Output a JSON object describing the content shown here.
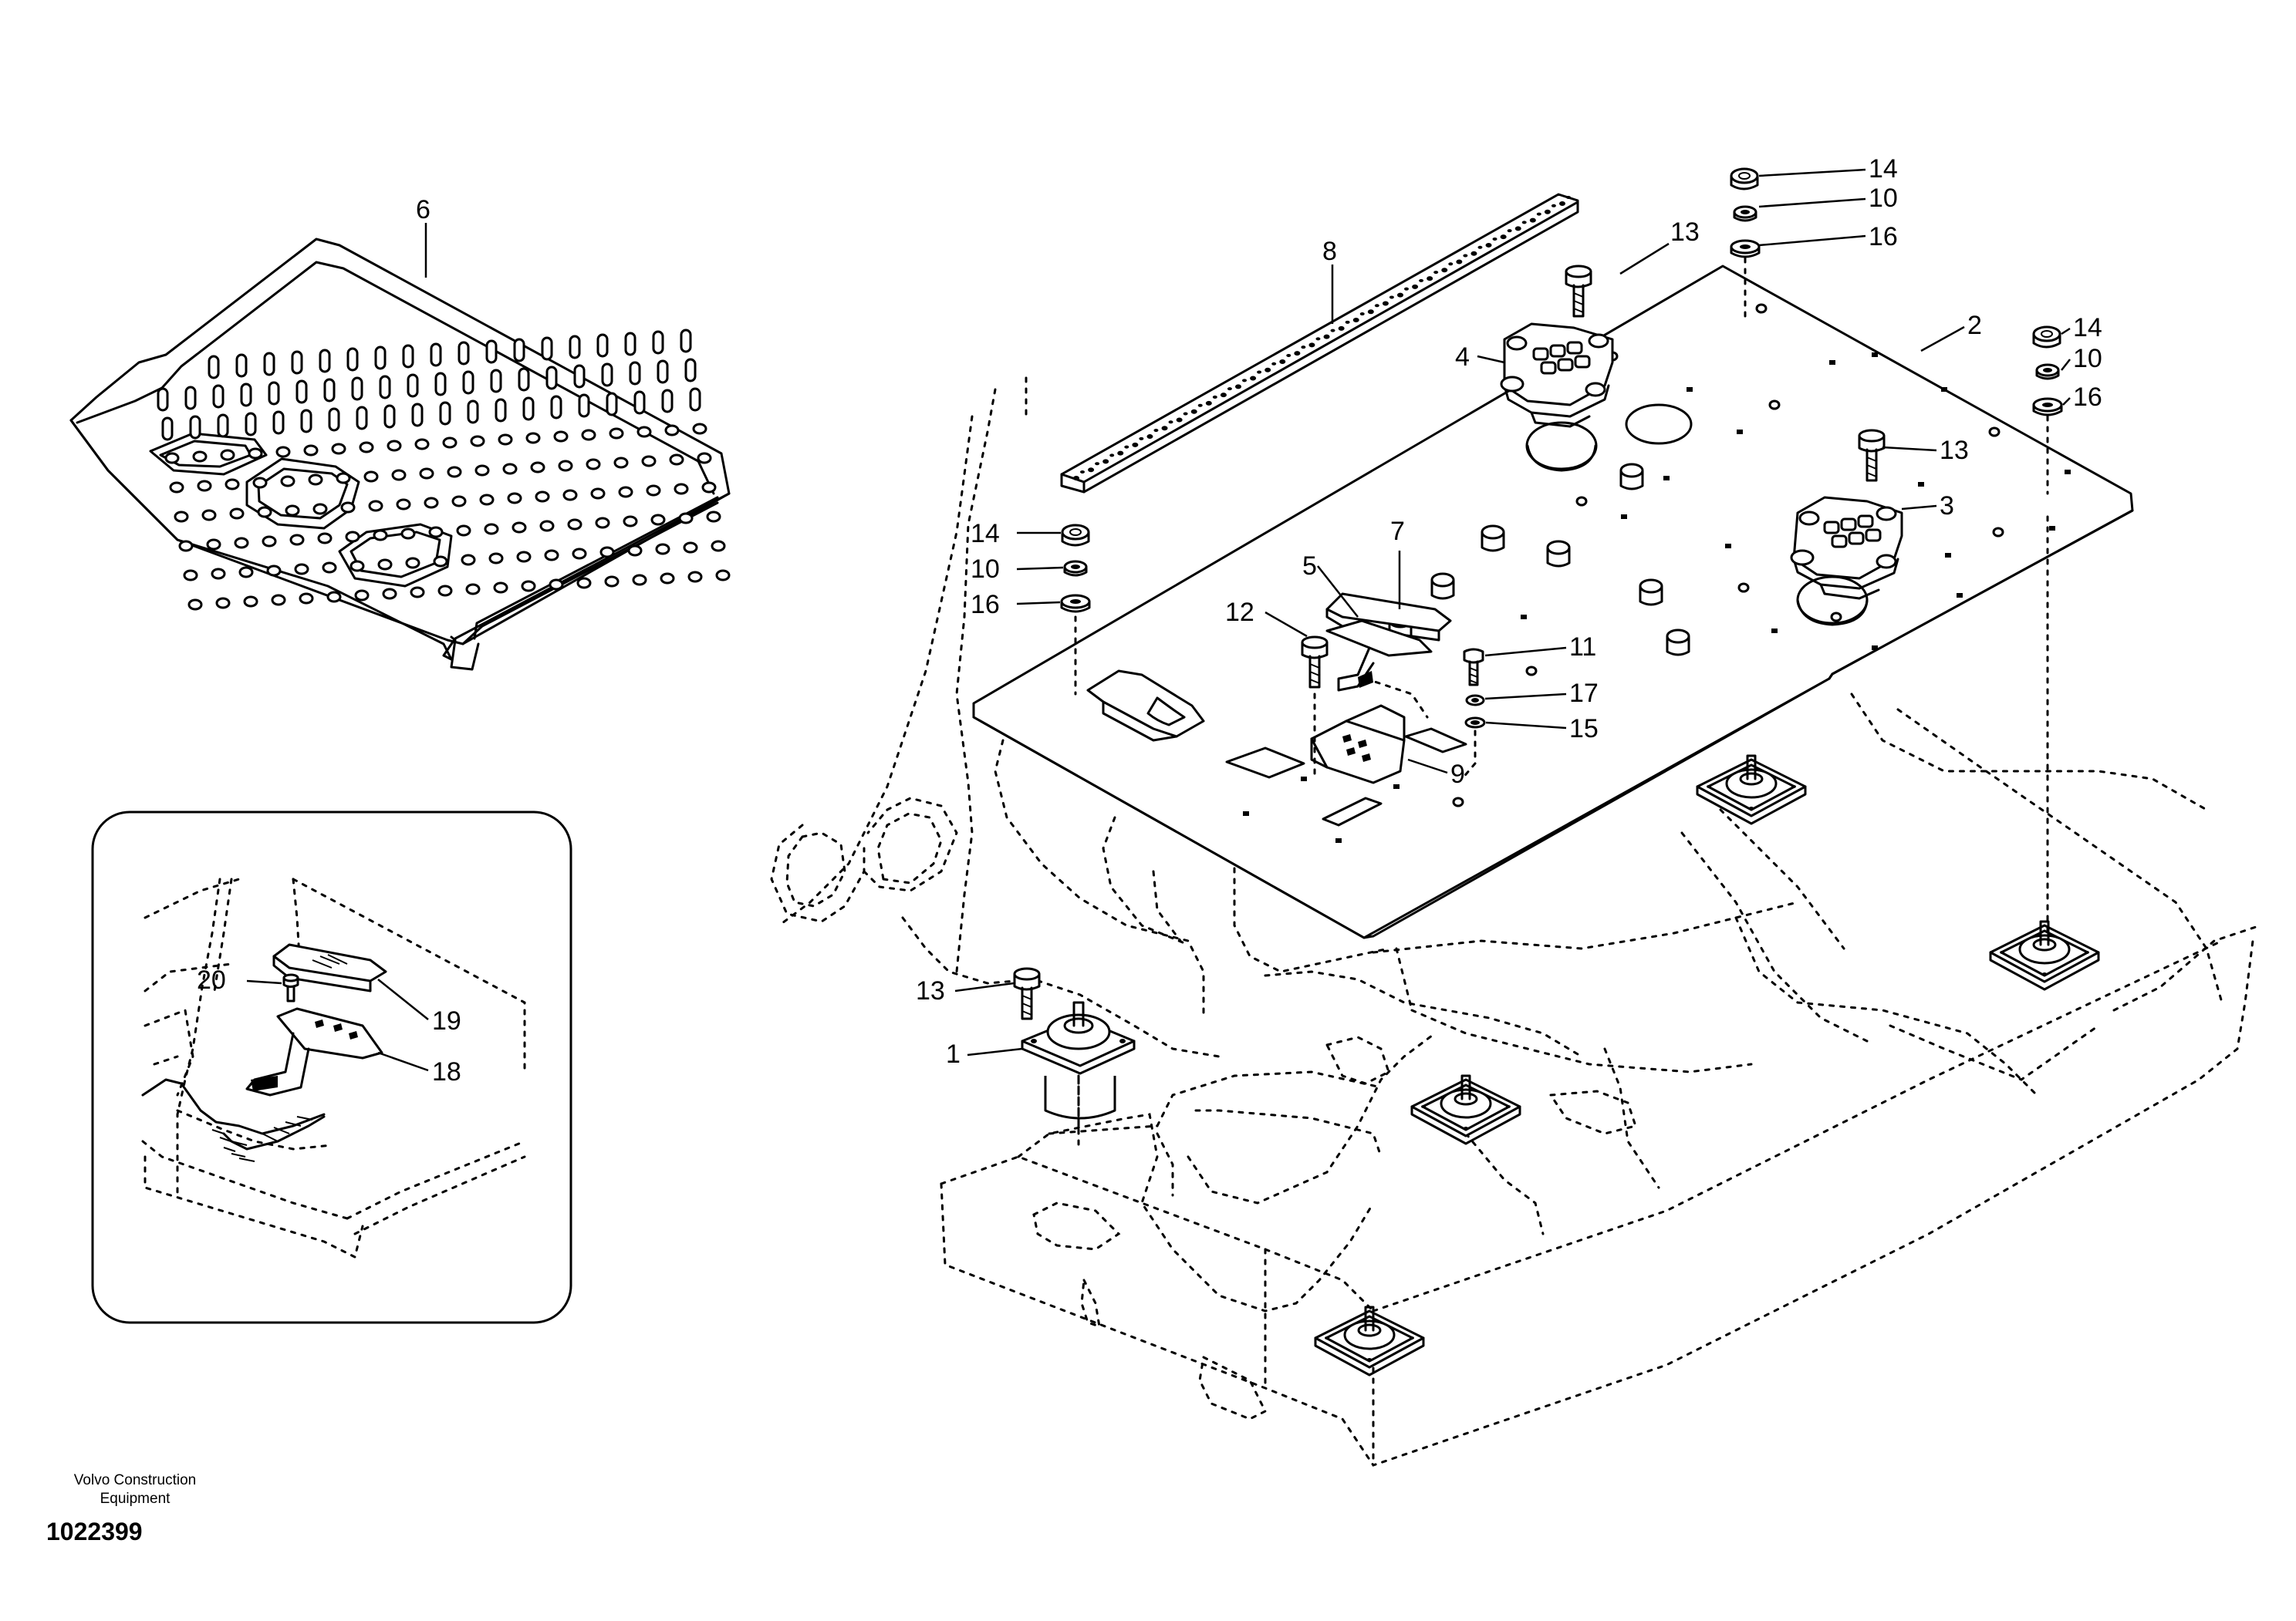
{
  "brand": {
    "line1": "Volvo Construction",
    "line2": "Equipment"
  },
  "drawing_number": "1022399",
  "callouts": {
    "c1": "1",
    "c2": "2",
    "c3": "3",
    "c4": "4",
    "c5": "5",
    "c6": "6",
    "c7": "7",
    "c8": "8",
    "c9": "9",
    "c10a": "10",
    "c10b": "10",
    "c10c": "10",
    "c11": "11",
    "c12": "12",
    "c13a": "13",
    "c13b": "13",
    "c13c": "13",
    "c14a": "14",
    "c14b": "14",
    "c14c": "14",
    "c15": "15",
    "c16a": "16",
    "c16b": "16",
    "c16c": "16",
    "c17": "17",
    "c18": "18",
    "c19": "19",
    "c20": "20"
  }
}
